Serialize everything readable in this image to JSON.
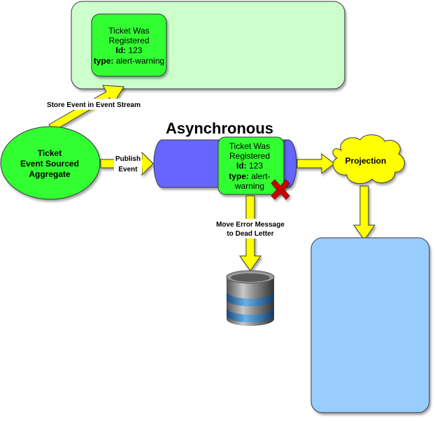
{
  "title": "Asynchronous",
  "event_stream_box": {
    "event_card": {
      "line1": "Ticket Was",
      "line2": "Registered",
      "id_label": "Id:",
      "id_value": " 123",
      "type_label": "type:",
      "type_value": " alert-warning"
    }
  },
  "store_arrow_label": "Store Event in Event Stream",
  "aggregate": {
    "line1": "Ticket",
    "line2": "Event Sourced",
    "line3": "Aggregate"
  },
  "publish_arrow_label": {
    "line1": "Publish",
    "line2": "Event"
  },
  "queue_event_card": {
    "line1": "Ticket Was",
    "line2": "Registered",
    "id_label": "Id:",
    "id_value": " 123",
    "type_label": "type:",
    "type_value": " alert-",
    "type_value_cont": "warning"
  },
  "error_icon": "error-x-icon",
  "dead_letter_arrow_label": {
    "line1": "Move Error Message",
    "line2": "to Dead Letter"
  },
  "dead_letter_icon": "database-icon",
  "projection": {
    "label": "Projection"
  },
  "colors": {
    "light_green": "#ccffcc",
    "green": "#33ff33",
    "green_stroke": "#36393d",
    "queue_blue": "#6666ff",
    "arrow_yellow": "#ffff00",
    "read_model_blue": "#99ccff",
    "error_red": "#cc0000"
  }
}
